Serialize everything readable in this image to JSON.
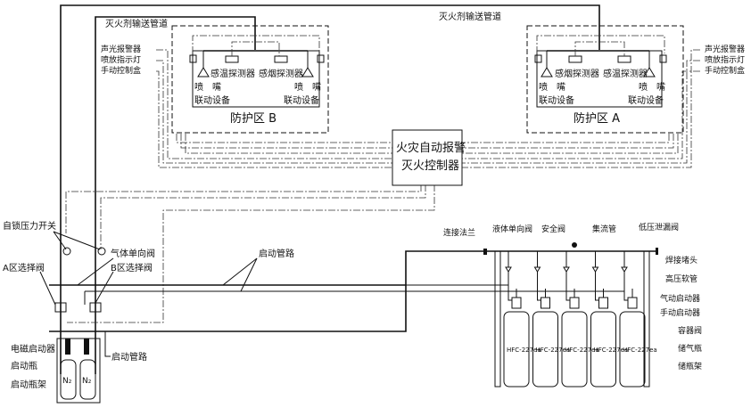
{
  "pipes": {
    "agent_pipe_left": "灭火剂输送管道",
    "agent_pipe_right": "灭火剂输送管道",
    "start_pipe_mid": "启动管路",
    "start_pipe_rack": "启动管路"
  },
  "zone_b": {
    "title": "防护区 B",
    "alarm": "声光报警器",
    "lamp": "喷放指示灯",
    "manual": "手动控制盒",
    "heat_detector": "感温探测器",
    "smoke_detector": "感烟探测器",
    "nozzle_left": "喷　嘴",
    "nozzle_right": "喷　嘴",
    "linkage_left": "联动设备",
    "linkage_right": "联动设备"
  },
  "zone_a": {
    "title": "防护区 A",
    "alarm": "声光报警器",
    "lamp": "喷放指示灯",
    "manual": "手动控制盒",
    "smoke_detector": "感烟探测器",
    "heat_detector": "感温探测器",
    "nozzle_left": "喷　嘴",
    "nozzle_right": "喷　嘴",
    "linkage_left": "联动设备",
    "linkage_right": "联动设备"
  },
  "controller": {
    "line1": "火灾自动报警",
    "line2": "灭火控制器"
  },
  "left_labels": {
    "pressure_switch": "自锁压力开关",
    "gas_check_valve": "气体单向阀",
    "valve_a": "A区选择阀",
    "valve_b": "B区选择阀",
    "solenoid": "电磁启动器",
    "start_bottle": "启动瓶",
    "start_rack": "启动瓶架",
    "n2_1": "N₂",
    "n2_2": "N₂"
  },
  "right_labels": {
    "flange": "连接法兰",
    "liquid_check_valve": "液体单向阀",
    "safety_valve": "安全阀",
    "manifold": "集流管",
    "leak_valve": "低压泄漏阀",
    "plug": "焊接堵头",
    "hose": "高压软管",
    "pneumatic_actuator": "气动启动器",
    "manual_actuator": "手动启动器",
    "container_valve": "容器阀",
    "cylinder": "储气瓶",
    "rack": "储瓶架"
  },
  "cylinders": [
    "HFC-227ea",
    "HFC-227ea",
    "HFC-227ea",
    "HFC-227ea",
    "HFC-227ea"
  ]
}
